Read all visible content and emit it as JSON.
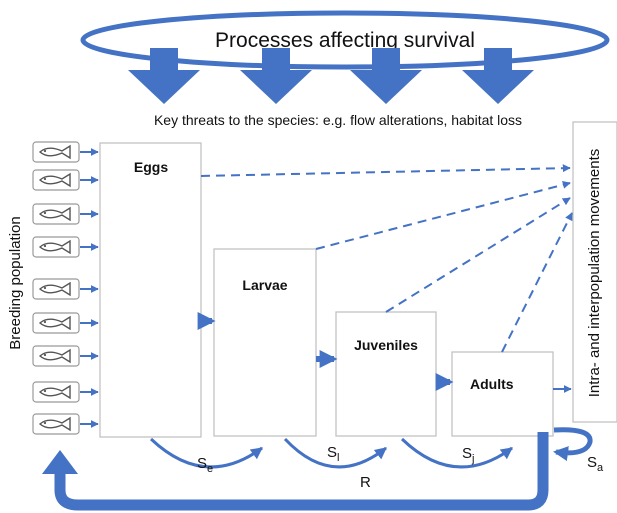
{
  "header": {
    "title": "Processes affecting survival",
    "threats": "Key threats to the species: e.g. flow alterations, habitat loss"
  },
  "left_label": "Breeding population",
  "right_label": "Intra- and interpopulation movements",
  "stages": {
    "eggs": "Eggs",
    "larvae": "Larvae",
    "juveniles": "Juveniles",
    "adults": "Adults"
  },
  "survival": {
    "se": {
      "main": "S",
      "sub": "e"
    },
    "sl": {
      "main": "S",
      "sub": "l"
    },
    "sj": {
      "main": "S",
      "sub": "j"
    },
    "sa": {
      "main": "S",
      "sub": "a"
    }
  },
  "recruitment": "R",
  "fish_icon_count": 9,
  "colors": {
    "accent": "#4472c4",
    "box_border": "#bfbfbf",
    "fish_icon": "#555555"
  }
}
